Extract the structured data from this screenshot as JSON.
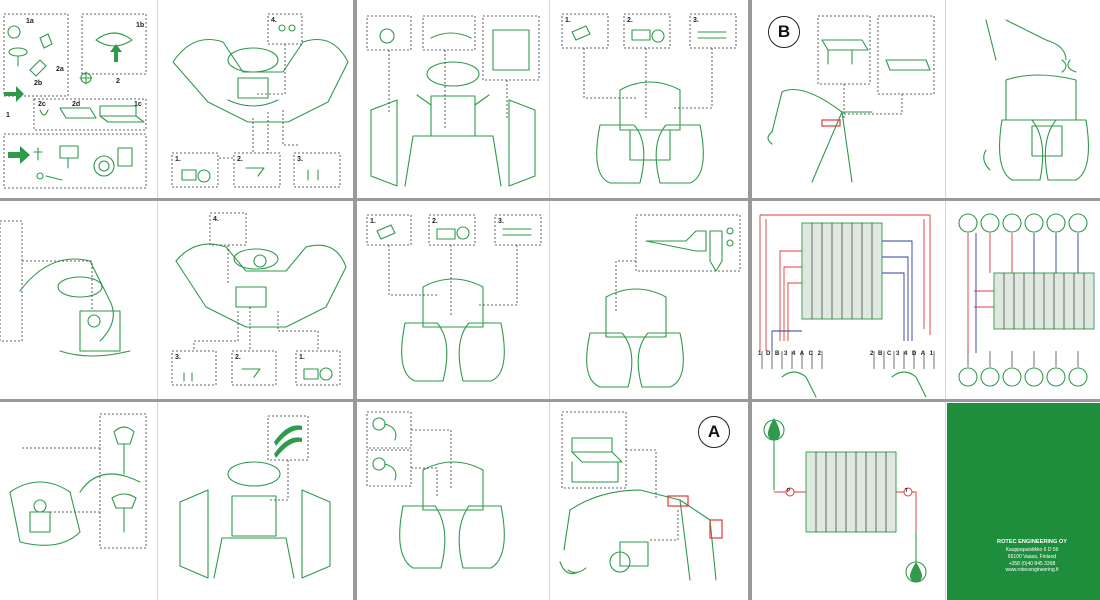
{
  "badges": {
    "a": "A",
    "b": "B"
  },
  "step_labels": {
    "s1": "1.",
    "s2": "2.",
    "s3": "3.",
    "s4": "4."
  },
  "part_labels": {
    "p1": "1",
    "p1a": "1a",
    "p2": "2",
    "p2a": "2a",
    "p2b": "2b",
    "p1b": "1b",
    "p2c": "2c",
    "p2d": "2d",
    "p1c": "1c"
  },
  "codes": {
    "left": "1 D B 3 4 A C 2",
    "right": "2 B C 3 4 D A 1"
  },
  "port_labels": {
    "p": "P",
    "t": "T"
  },
  "company": {
    "name": "ROTEC ENGINEERING OY",
    "address1": "Kauppapuistikko 6 D 56",
    "address2": "65100 Vaasa, Finland",
    "phone": "+358 (0)40 845 3368",
    "web": "www.rotecengineering.fi"
  },
  "colors": {
    "line_green": "#2e9a4a",
    "back_cover": "#1e8d3c",
    "pressure_line": "#e03a3a",
    "return_line": "#2b3c9c"
  }
}
